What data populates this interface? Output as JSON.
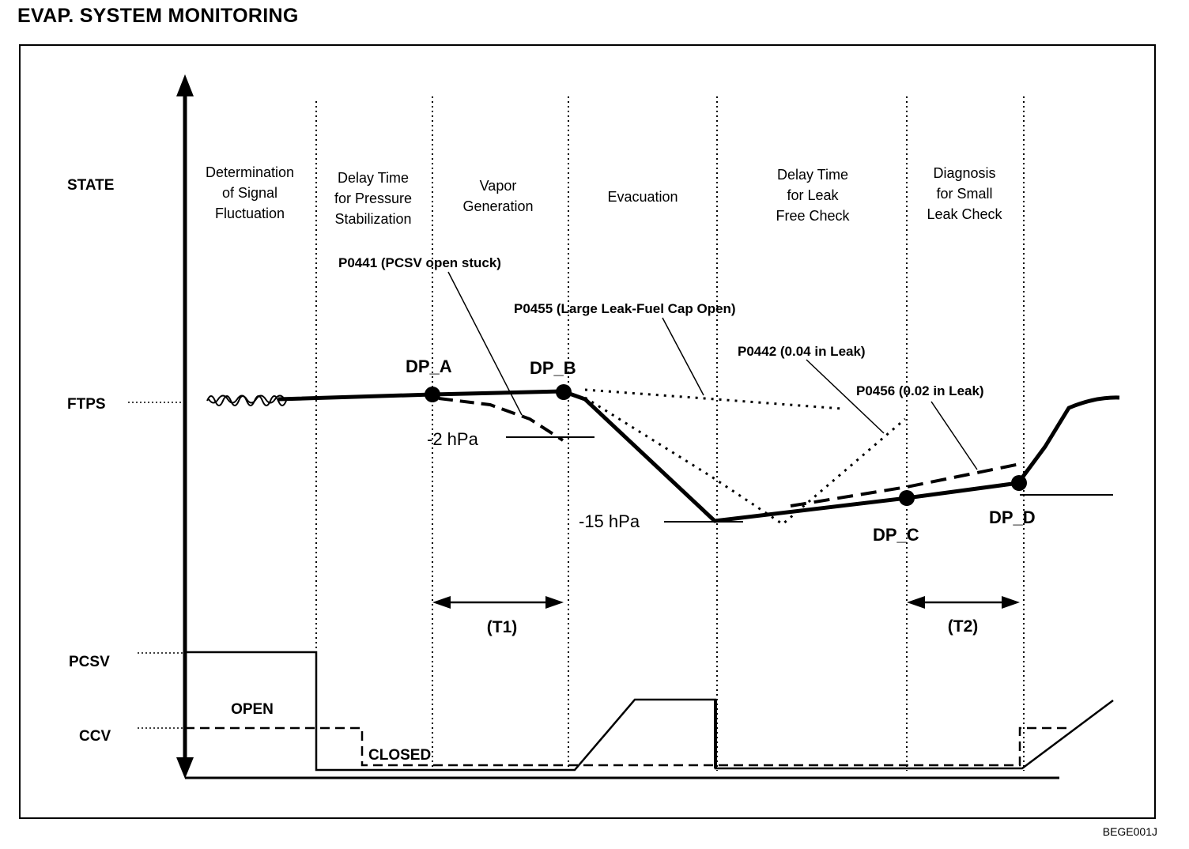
{
  "title": "EVAP. SYSTEM MONITORING",
  "figure_code": "BEGE001J",
  "row_labels": {
    "state": "STATE",
    "ftps": "FTPS",
    "pcsv": "PCSV",
    "ccv": "CCV"
  },
  "phases": [
    [
      "Determination",
      "of Signal",
      "Fluctuation"
    ],
    [
      "Delay Time",
      "for Pressure",
      "Stabilization"
    ],
    [
      "Vapor",
      "Generation"
    ],
    [
      "Evacuation"
    ],
    [
      "Delay Time",
      "for Leak",
      "Free Check"
    ],
    [
      "Diagnosis",
      "for Small",
      "Leak Check"
    ]
  ],
  "points": {
    "dp_a": "DP_A",
    "dp_b": "DP_B",
    "dp_c": "DP_C",
    "dp_d": "DP_D"
  },
  "fault_codes": {
    "p0441": "P0441 (PCSV open stuck)",
    "p0455": "P0455 (Large Leak-Fuel Cap Open)",
    "p0442": "P0442 (0.04 in Leak)",
    "p0456": "P0456 (0.02 in Leak)"
  },
  "pressures": {
    "minus_2": "-2 hPa",
    "minus_15": "-15 hPa"
  },
  "intervals": {
    "t1": "(T1)",
    "t2": "(T2)"
  },
  "valve_states": {
    "open": "OPEN",
    "closed": "CLOSED"
  }
}
